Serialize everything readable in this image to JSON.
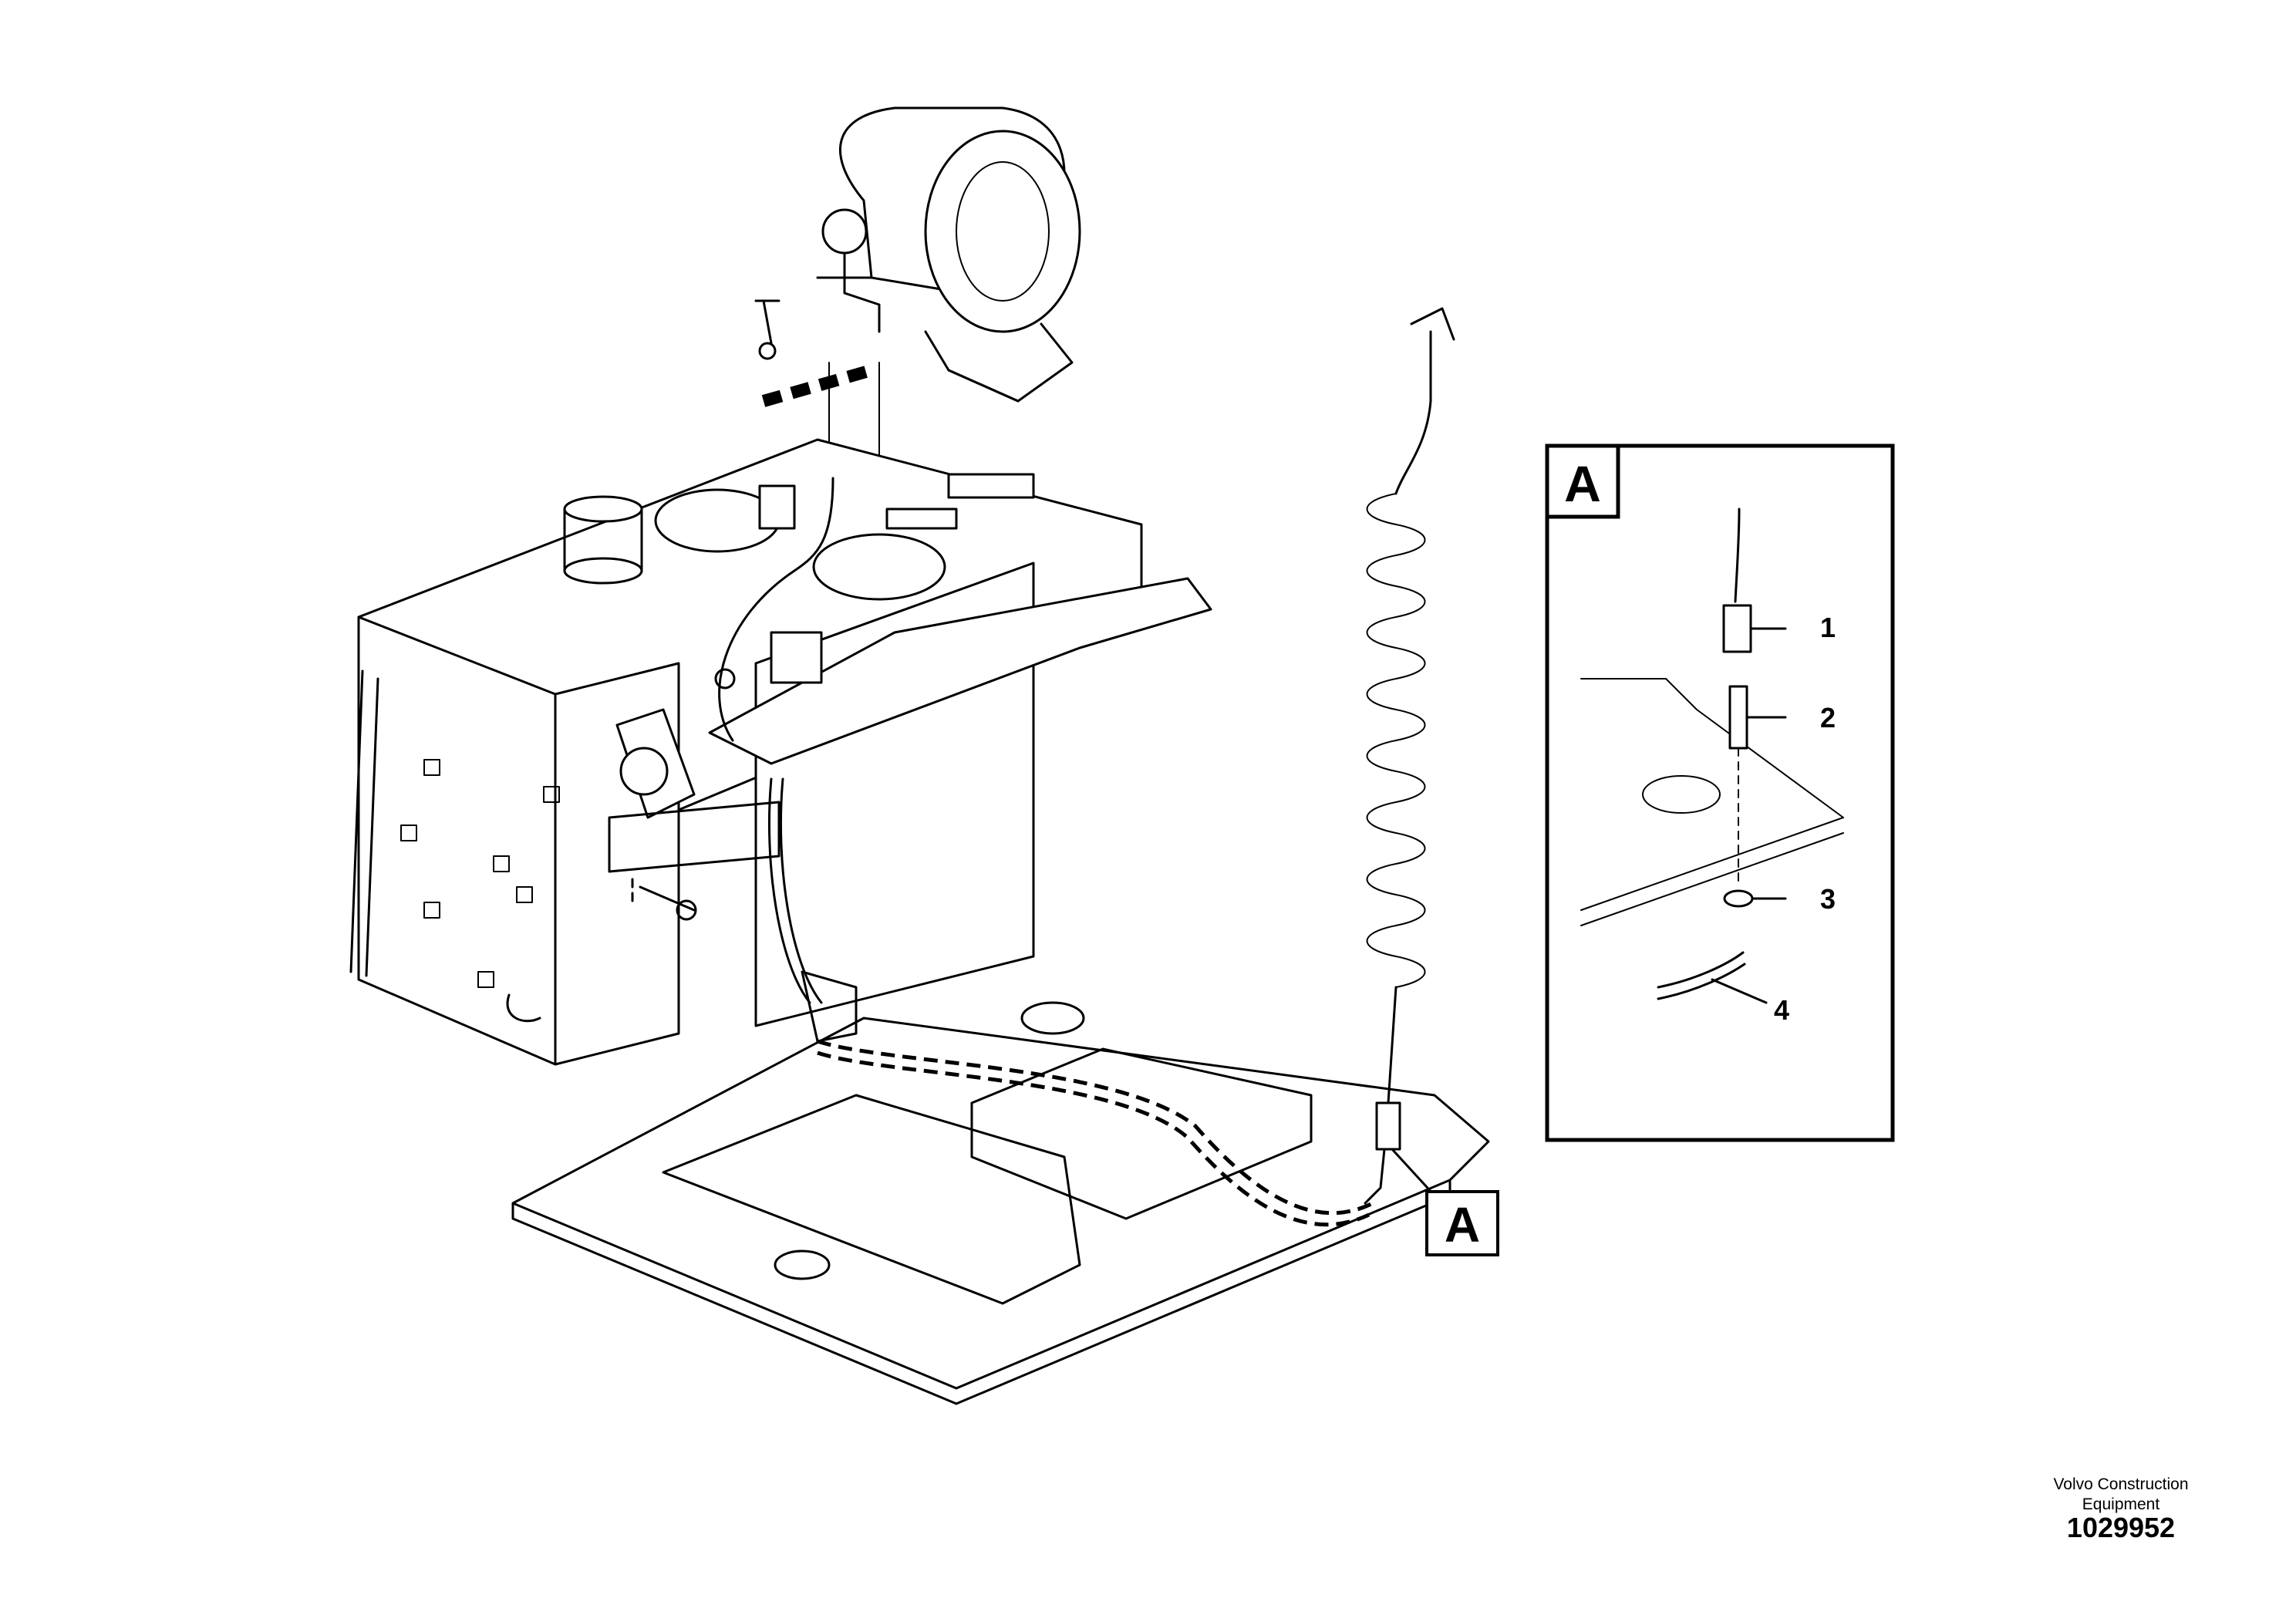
{
  "detail": {
    "label_main": "A",
    "label_inset": "A"
  },
  "items": [
    "1",
    "2",
    "3",
    "4"
  ],
  "footer": {
    "maker_line1": "Volvo Construction",
    "maker_line2": "Equipment",
    "document_number": "1029952"
  }
}
